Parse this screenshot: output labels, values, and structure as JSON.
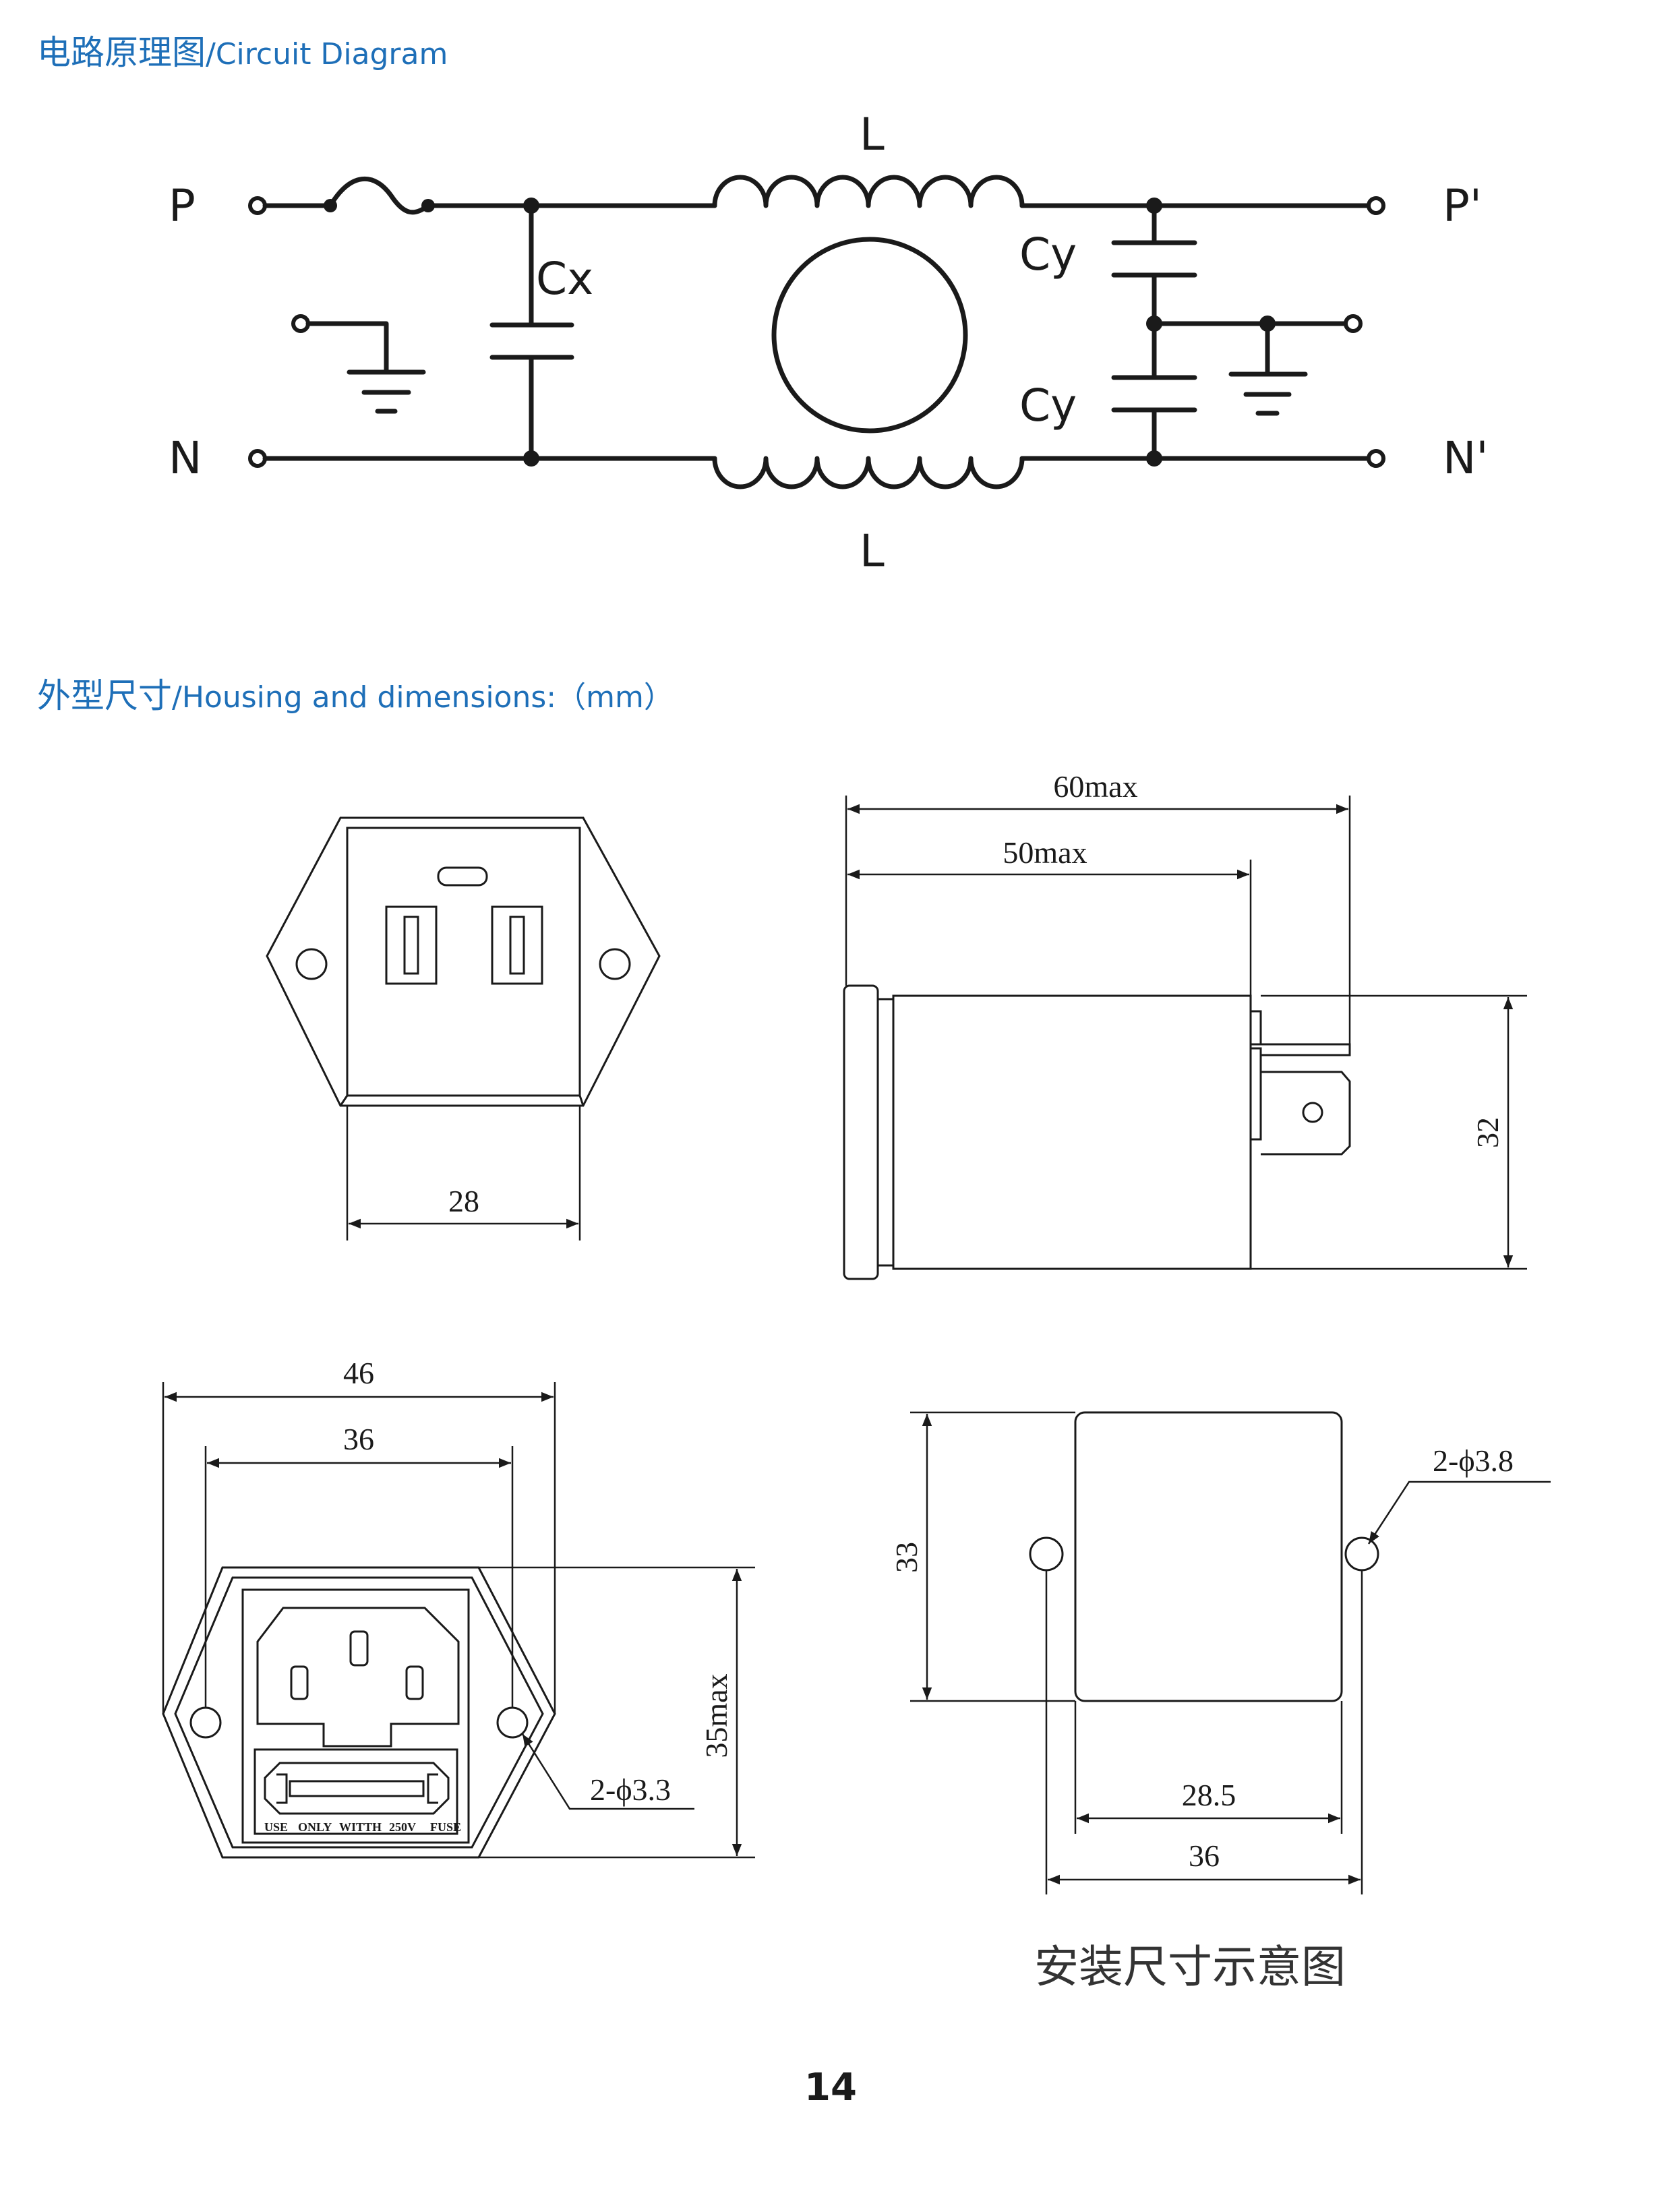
{
  "sections": {
    "circuit": {
      "title_zh": "电路原理图",
      "title_en": "/Circuit Diagram"
    },
    "housing": {
      "title_zh": "外型尺寸",
      "title_en": "/Housing and dimensions:（mm）"
    }
  },
  "circuit": {
    "terminals": {
      "p_in": "P",
      "n_in": "N",
      "p_out": "P'",
      "n_out": "N'"
    },
    "components": {
      "cx": "Cx",
      "cy_top": "Cy",
      "cy_bottom": "Cy",
      "inductor_top": "L",
      "inductor_bottom": "L"
    }
  },
  "dimensions": {
    "front_width": "28",
    "side_overall": "60max",
    "side_body": "50max",
    "side_height": "32",
    "flange_overall": "46",
    "flange_holes": "36",
    "flange_height": "35max",
    "flange_hole_dia": "2-ϕ3.3",
    "fuse_label": [
      "USE",
      "ONLY",
      "WITTH",
      "250V",
      "FUSE"
    ],
    "mount_height": "33",
    "mount_body": "28.5",
    "mount_holes": "36",
    "mount_hole_dia": "2-ϕ3.8"
  },
  "caption": "安装尺寸示意图",
  "page_number": "14"
}
